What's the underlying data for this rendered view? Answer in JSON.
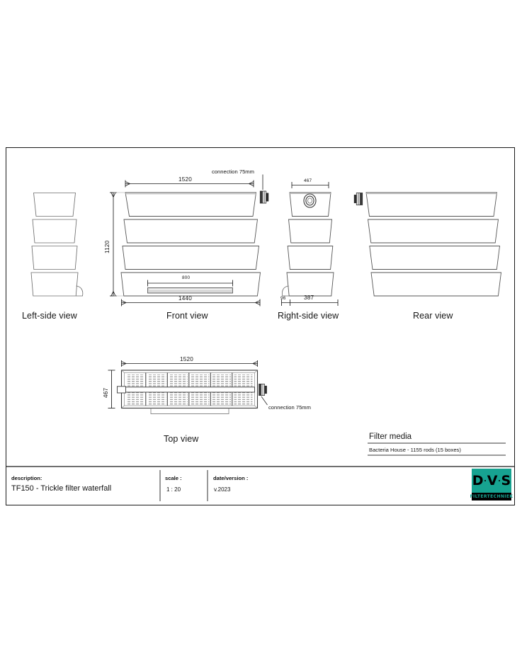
{
  "drawing": {
    "views": [
      {
        "id": "left-side",
        "label": "Left-side view"
      },
      {
        "id": "front",
        "label": "Front view"
      },
      {
        "id": "right-side",
        "label": "Right-side view"
      },
      {
        "id": "rear",
        "label": "Rear view"
      },
      {
        "id": "top",
        "label": "Top view"
      }
    ],
    "dimensions": {
      "front_top_width": "1520",
      "front_bottom_width": "1440",
      "front_height": "1120",
      "front_inner_width": "800",
      "right_top_width": "467",
      "right_offset": "96",
      "right_bottom_width": "387",
      "top_length": "1520",
      "top_width": "467"
    },
    "annotations": {
      "connection_front": "connection 75mm",
      "connection_top": "connection 75mm"
    },
    "filter_media": {
      "heading": "Filter media",
      "detail": "Bacteria House - 1155 rods (15 boxes)"
    }
  },
  "title_block": {
    "description_key": "description:",
    "description_value": "TF150 - Trickle filter waterfall",
    "scale_key": "scale :",
    "scale_value": "1 : 20",
    "date_key": "date/version :",
    "date_value": "v.2023"
  },
  "logo": {
    "letter_d": "D",
    "letter_v": "V",
    "letter_s": "S",
    "tagline": "FILTERTECHNIEK",
    "accent_color": "#17a391",
    "ink_color": "#000000"
  }
}
